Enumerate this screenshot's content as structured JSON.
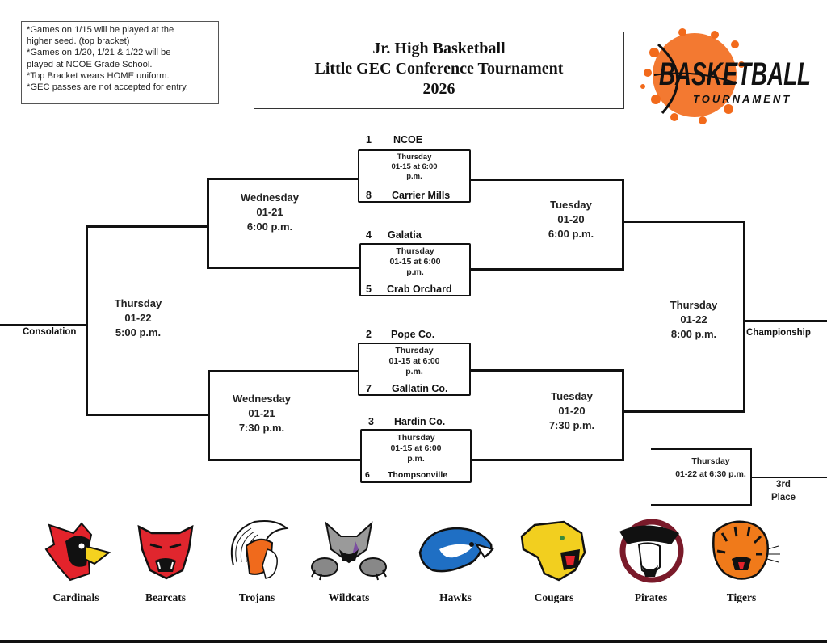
{
  "notes": [
    "*Games on 1/15 will be played at the",
    "higher seed. (top bracket)",
    "*Games on 1/20, 1/21 & 1/22 will be",
    "played at NCOE Grade School.",
    "*Top Bracket wears HOME uniform.",
    "*GEC passes are not accepted for entry."
  ],
  "title": {
    "line1": "Jr. High Basketball",
    "line2": "Little GEC Conference Tournament",
    "line3": "2026"
  },
  "logo": {
    "icon": "basketball-tournament-logo",
    "word1": "BASKETBALL",
    "word2": "TOURNAMENT",
    "accent_color": "#f26a1b"
  },
  "first_round": [
    {
      "top_seed": "1",
      "top_team": "NCOE",
      "bottom_seed": "8",
      "bottom_team": "Carrier Mills",
      "day": "Thursday",
      "date_time": "01-15 at 6:00",
      "ampm": "p.m."
    },
    {
      "top_seed": "4",
      "top_team": "Galatia",
      "bottom_seed": "5",
      "bottom_team": "Crab Orchard",
      "day": "Thursday",
      "date_time": "01-15 at 6:00",
      "ampm": "p.m."
    },
    {
      "top_seed": "2",
      "top_team": "Pope Co.",
      "bottom_seed": "7",
      "bottom_team": "Gallatin Co.",
      "day": "Thursday",
      "date_time": "01-15 at 6:00",
      "ampm": "p.m."
    },
    {
      "top_seed": "3",
      "top_team": "Hardin Co.",
      "bottom_seed": "6",
      "bottom_team": "Thompsonville",
      "day": "Thursday",
      "date_time": "01-15 at 6:00",
      "ampm": "p.m."
    }
  ],
  "consolation_side": {
    "semi_top": {
      "day": "Wednesday",
      "date": "01-21",
      "time": "6:00 p.m."
    },
    "semi_bottom": {
      "day": "Wednesday",
      "date": "01-21",
      "time": "7:30 p.m."
    },
    "final": {
      "day": "Thursday",
      "date": "01-22",
      "time": "5:00 p.m."
    },
    "label": "Consolation"
  },
  "championship_side": {
    "semi_top": {
      "day": "Tuesday",
      "date": "01-20",
      "time": "6:00 p.m."
    },
    "semi_bottom": {
      "day": "Tuesday",
      "date": "01-20",
      "time": "7:30 p.m."
    },
    "final": {
      "day": "Thursday",
      "date": "01-22",
      "time": "8:00 p.m."
    },
    "label": "Championship"
  },
  "third_place": {
    "day": "Thursday",
    "date_time": "01-22 at 6:30 p.m.",
    "label_line1": "3rd",
    "label_line2": "Place"
  },
  "mascots": [
    {
      "name": "Cardinals",
      "icon": "cardinal-icon",
      "color": "#e3232b"
    },
    {
      "name": "Bearcats",
      "icon": "bearcat-icon",
      "color": "#e0262e"
    },
    {
      "name": "Trojans",
      "icon": "trojan-icon",
      "color": "#f06a1c"
    },
    {
      "name": "Wildcats",
      "icon": "wildcat-icon",
      "color": "#7b4fa0"
    },
    {
      "name": "Hawks",
      "icon": "hawk-icon",
      "color": "#1f6fc4"
    },
    {
      "name": "Cougars",
      "icon": "cougar-icon",
      "color": "#f2cf1f"
    },
    {
      "name": "Pirates",
      "icon": "pirate-icon",
      "color": "#7a1a2a"
    },
    {
      "name": "Tigers",
      "icon": "tiger-icon",
      "color": "#f07a1a"
    }
  ]
}
